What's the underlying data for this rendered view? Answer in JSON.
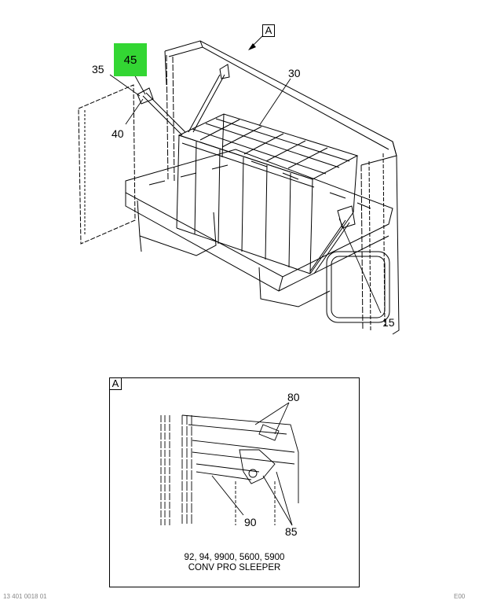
{
  "main_view": {
    "callouts": [
      "45",
      "35",
      "40",
      "30",
      "15"
    ],
    "view_ref": "A"
  },
  "detail": {
    "ref": "A",
    "callouts": [
      "80",
      "90",
      "85"
    ],
    "caption_line1": "92, 94, 9900, 5600, 5900",
    "caption_line2": "CONV PRO SLEEPER"
  },
  "footer": {
    "left_code": "13 401 0018 01",
    "right_code": "E00"
  },
  "colors": {
    "highlight": "#33d633",
    "line": "#000000"
  }
}
